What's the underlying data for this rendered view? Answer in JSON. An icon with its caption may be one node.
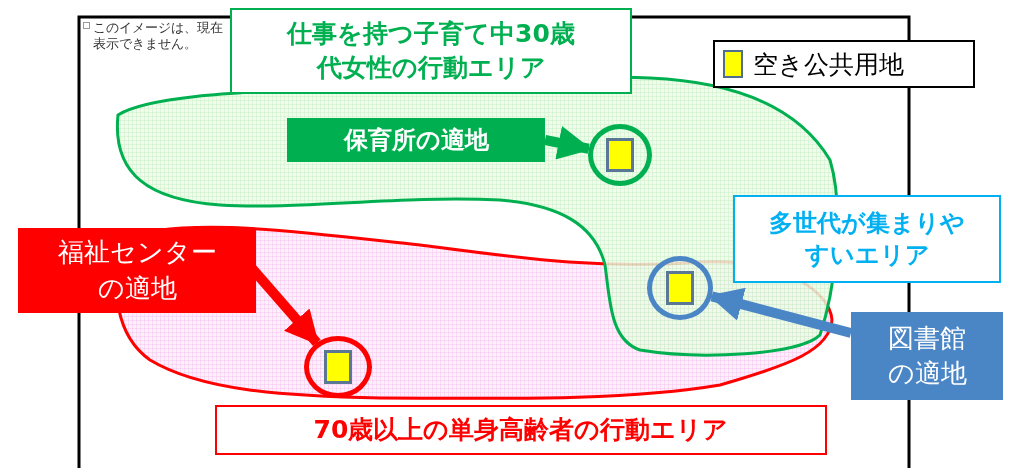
{
  "diagram": {
    "nodes": [
      {
        "text": [
          "仕事を持つ子育て中30歳代女性の行動エリア"
        ]
      },
      {
        "text": [
          "保育所の適地"
        ]
      },
      {
        "text": [],
        "shape": "circle"
      },
      {
        "text": [
          "多世代が集まりやすいエリア"
        ]
      },
      {
        "text": [],
        "shape": "circle"
      },
      {
        "text": [
          "福祉センターの適地"
        ]
      },
      {
        "text": [],
        "shape": "circle"
      },
      {
        "text": [
          "図書館の適地"
        ]
      },
      {
        "text": [
          "70歳以上の単身高齢者の行動エリア"
        ]
      }
    ],
    "edges": [
      {
        "from": 1,
        "to": 2,
        "arrow": "to",
        "color": "#00b050"
      },
      {
        "from": 5,
        "to": 6,
        "arrow": "to",
        "color": "#ff0000"
      },
      {
        "from": 7,
        "to": 4,
        "arrow": "to",
        "color": "#4a86c5"
      }
    ],
    "labels": [
      "このイメージは、現在表示できません。"
    ],
    "legend": [
      {
        "text": "空き公共用地",
        "color": "#ffff00"
      }
    ]
  }
}
